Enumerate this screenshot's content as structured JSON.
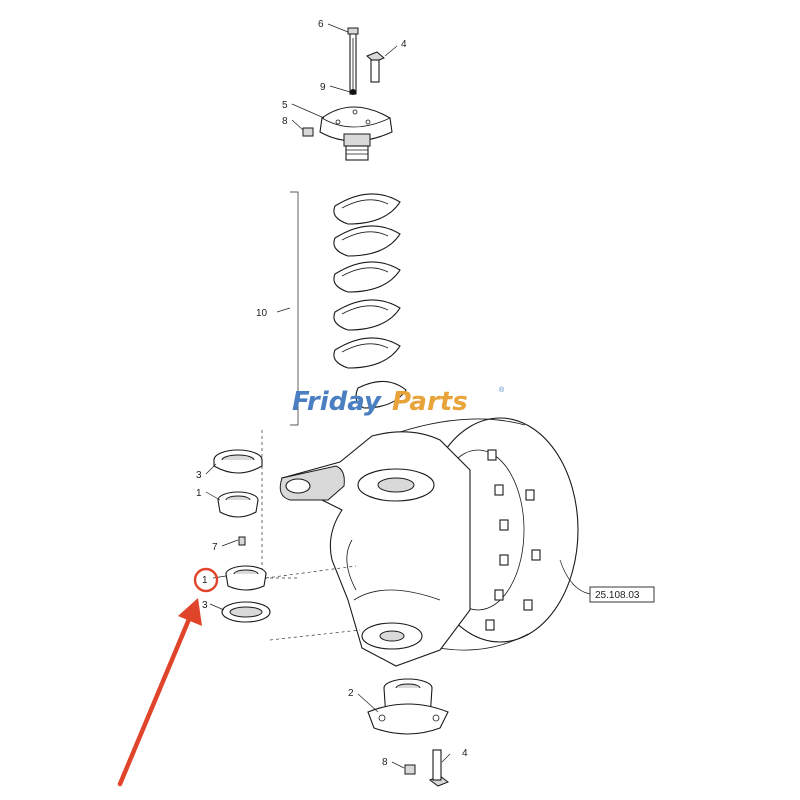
{
  "watermark": {
    "word1": "Friday",
    "word2": "Parts",
    "mark": "®",
    "color1": "#4a7fc1",
    "color2": "#e8a33a"
  },
  "callouts": {
    "c6": "6",
    "c4_top": "4",
    "c9": "9",
    "c5": "5",
    "c8_top": "8",
    "c10": "10",
    "c3_upper": "3",
    "c1_upper": "1",
    "c7": "7",
    "c1_lower": "1",
    "c3_lower": "3",
    "c2": "2",
    "c8_bottom": "8",
    "c4_bottom": "4"
  },
  "reference_box": {
    "text": "25.108.03"
  },
  "annotation": {
    "color": "#e0442a",
    "icon": "arrow-icon"
  }
}
